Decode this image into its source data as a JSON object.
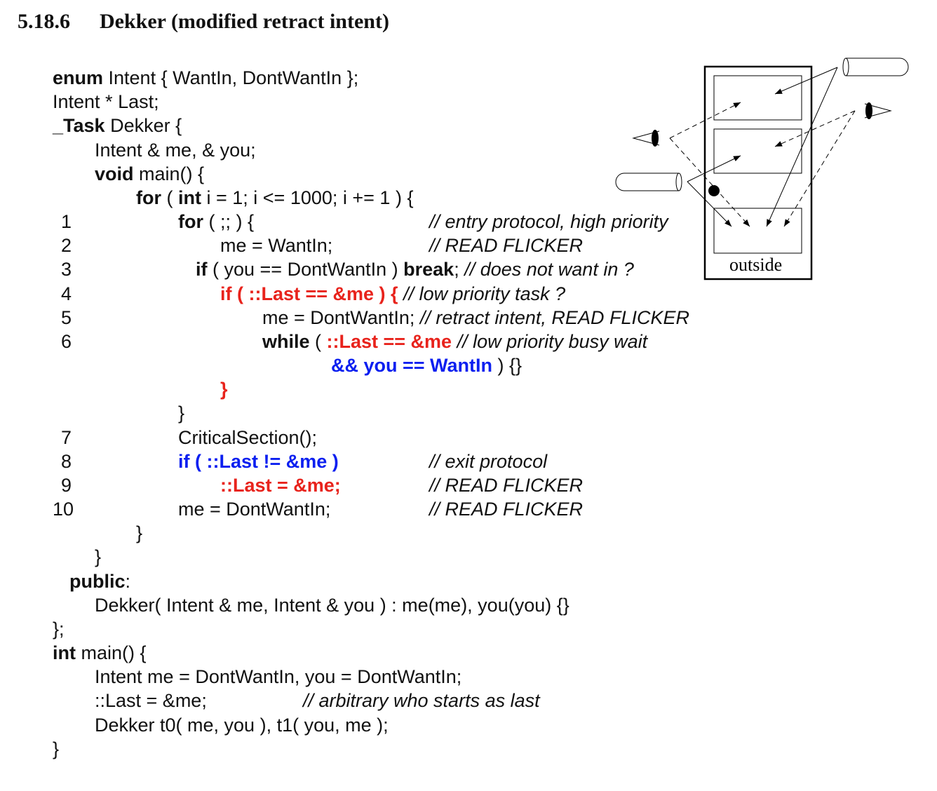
{
  "section": {
    "number": "5.18.6",
    "title": "Dekker (modified retract intent)"
  },
  "diagram": {
    "label": "outside"
  },
  "colors": {
    "red": "#e8231c",
    "blue": "#0b1ff0"
  },
  "code": [
    {
      "num": "",
      "segs": [
        {
          "t": "enum",
          "c": "kw"
        },
        {
          "t": " Intent { WantIn, DontWantIn };"
        }
      ]
    },
    {
      "num": "",
      "segs": [
        {
          "t": "Intent * Last;"
        }
      ]
    },
    {
      "num": "",
      "segs": [
        {
          "t": "_Task",
          "c": "kw"
        },
        {
          "t": " Dekker {"
        }
      ]
    },
    {
      "num": "",
      "segs": [
        {
          "t": "Intent & me, & you;"
        }
      ]
    },
    {
      "num": "",
      "segs": [
        {
          "t": "void",
          "c": "kw"
        },
        {
          "t": " main() {"
        }
      ]
    },
    {
      "num": "",
      "segs": [
        {
          "t": "for",
          "c": "kw"
        },
        {
          "t": " ( "
        },
        {
          "t": "int",
          "c": "kw"
        },
        {
          "t": " i = 1; i <= 1000; i += 1 ) {"
        }
      ]
    },
    {
      "num": "1",
      "segs": [
        {
          "t": "for",
          "c": "kw"
        },
        {
          "t": " ( ;; ) {"
        }
      ],
      "comment": "// entry protocol, high priority"
    },
    {
      "num": "2",
      "segs": [
        {
          "t": "me = WantIn;"
        }
      ],
      "comment": "// READ FLICKER"
    },
    {
      "num": "3",
      "segs": [
        {
          "t": "if",
          "c": "kw"
        },
        {
          "t": " ( you == DontWantIn ) "
        },
        {
          "t": "break",
          "c": "kw"
        },
        {
          "t": "; "
        },
        {
          "t": "// does not want in ?",
          "c": "cm"
        }
      ]
    },
    {
      "num": "4",
      "segs": [
        {
          "t": "if ( ::Last == &me ) {",
          "c": "red"
        },
        {
          "t": " "
        },
        {
          "t": "// low priority task ?",
          "c": "cm"
        }
      ]
    },
    {
      "num": "5",
      "segs": [
        {
          "t": "me = DontWantIn; "
        },
        {
          "t": "// retract intent, READ FLICKER",
          "c": "cm"
        }
      ]
    },
    {
      "num": "6",
      "segs": [
        {
          "t": "while",
          "c": "kw"
        },
        {
          "t": " ( "
        },
        {
          "t": "::Last == &me",
          "c": "red"
        },
        {
          "t": " "
        },
        {
          "t": "// low priority busy wait",
          "c": "cm"
        }
      ]
    },
    {
      "num": "",
      "segs": [
        {
          "t": "&& you == WantIn",
          "c": "blue"
        },
        {
          "t": " ) {}"
        }
      ]
    },
    {
      "num": "",
      "segs": [
        {
          "t": "}",
          "c": "red"
        }
      ]
    },
    {
      "num": "",
      "segs": [
        {
          "t": "}"
        }
      ]
    },
    {
      "num": "7",
      "segs": [
        {
          "t": "CriticalSection();"
        }
      ]
    },
    {
      "num": "8",
      "segs": [
        {
          "t": "if ( ::Last != &me )",
          "c": "blue"
        }
      ],
      "comment": "// exit protocol"
    },
    {
      "num": "9",
      "segs": [
        {
          "t": "::Last = &me;",
          "c": "red"
        }
      ],
      "comment": "// READ FLICKER"
    },
    {
      "num": "10",
      "segs": [
        {
          "t": "me = DontWantIn;"
        }
      ],
      "comment": "// READ FLICKER"
    },
    {
      "num": "",
      "segs": [
        {
          "t": "}"
        }
      ]
    },
    {
      "num": "",
      "segs": [
        {
          "t": "}"
        }
      ]
    },
    {
      "num": "",
      "segs": [
        {
          "t": "public",
          "c": "kw"
        },
        {
          "t": ":"
        }
      ]
    },
    {
      "num": "",
      "segs": [
        {
          "t": "Dekker( Intent & me, Intent & you ) : me(me), you(you) {}"
        }
      ]
    },
    {
      "num": "",
      "segs": [
        {
          "t": "};"
        }
      ]
    },
    {
      "num": "",
      "segs": [
        {
          "t": "int",
          "c": "kw"
        },
        {
          "t": " main() {"
        }
      ]
    },
    {
      "num": "",
      "segs": [
        {
          "t": "Intent me = DontWantIn, you = DontWantIn;"
        }
      ]
    },
    {
      "num": "",
      "segs": [
        {
          "t": "::Last = &me;"
        }
      ],
      "comment": "// arbitrary who starts as last"
    },
    {
      "num": "",
      "segs": [
        {
          "t": "Dekker t0( me, you ), t1( you, me );"
        }
      ]
    },
    {
      "num": "",
      "segs": [
        {
          "t": "}"
        }
      ]
    }
  ]
}
